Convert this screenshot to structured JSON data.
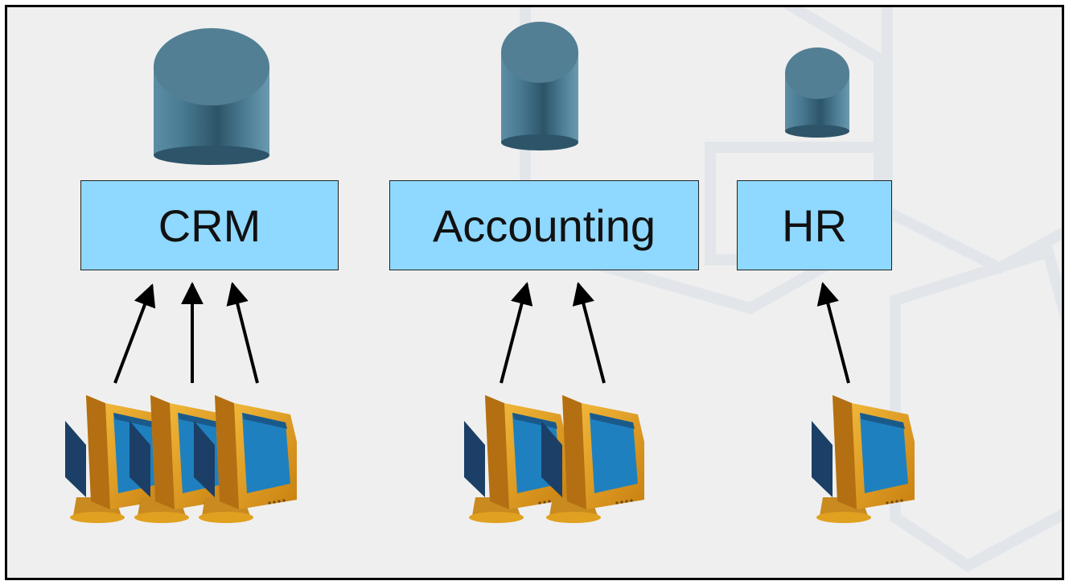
{
  "systems": [
    {
      "id": "crm",
      "label": "CRM",
      "workstations": 3
    },
    {
      "id": "accounting",
      "label": "Accounting",
      "workstations": 2
    },
    {
      "id": "hr",
      "label": "HR",
      "workstations": 1
    }
  ],
  "icons": {
    "database": "database-cylinder-icon",
    "computer": "crt-monitor-icon"
  },
  "colors": {
    "frame_background": "#efefef",
    "box_fill": "#8fd8ff",
    "database_body": "#3f6f86",
    "database_top": "#537f95",
    "monitor_bezel": "#e0a020",
    "monitor_back": "#1b3f66",
    "monitor_screen": "#1f80c0",
    "arrow": "#000000"
  }
}
